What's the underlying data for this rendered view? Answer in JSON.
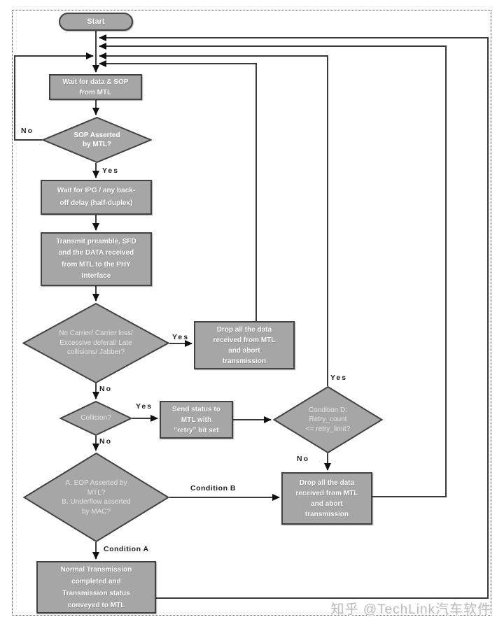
{
  "colors": {
    "node_fill": "#a6a6a6",
    "node_border": "#424242",
    "node_text": "#ffffff",
    "diamond_text": "#e4e4e4",
    "connector": "#3a3a3a",
    "edge_label_text": "#1f1f1f",
    "watermark_text": "#bdbdbd",
    "background": "#ffffff"
  },
  "nodes": {
    "start": {
      "type": "terminator",
      "label": "Start"
    },
    "wait_data": {
      "type": "process",
      "label": "Wait for data & SOP\nfrom MTL"
    },
    "sop": {
      "type": "decision",
      "label": "SOP Asserted\nby MTL?"
    },
    "ipg": {
      "type": "process",
      "label": "Wait for IPG / any back-\noff delay (half-duplex)"
    },
    "transmit": {
      "type": "process",
      "label": "Transmit preamble, SFD\nand the DATA received\nfrom MTL to the PHY\nInterface"
    },
    "carrier": {
      "type": "decision",
      "label": "No Carrier/ Carrier loss/\nExcessive deferal/ Late\ncollisions/ Jabber?"
    },
    "drop1": {
      "type": "process",
      "label": "Drop all the data\nreceived from MTL\nand abort\ntransmission"
    },
    "collision": {
      "type": "decision",
      "label": "Collision?"
    },
    "send_status": {
      "type": "process",
      "label": "Send status to\nMTL with\n“retry” bit set"
    },
    "cond_d": {
      "type": "decision",
      "label": "Condition D:\nRetry_count\n<= retry_limit?"
    },
    "drop2": {
      "type": "process",
      "label": "Drop all the data\nreceived from MTL\nand abort\ntransmission"
    },
    "eop": {
      "type": "decision",
      "label": "A. EOP Asserted by\nMTL?\nB. Underflow asserted\nby MAC?"
    },
    "normal": {
      "type": "process",
      "label": "Normal Transmission\ncompleted and\nTransmission status\nconveyed to MTL"
    }
  },
  "edge_labels": {
    "sop_no": "No",
    "sop_yes": "Yes",
    "carrier_yes": "Yes",
    "carrier_no": "No",
    "collision_yes": "Yes",
    "collision_no": "No",
    "cond_d_yes": "Yes",
    "cond_d_no": "No",
    "condition_b": "Condition B",
    "condition_a": "Condition A"
  },
  "watermark": "知乎 @TechLink汽车软件"
}
